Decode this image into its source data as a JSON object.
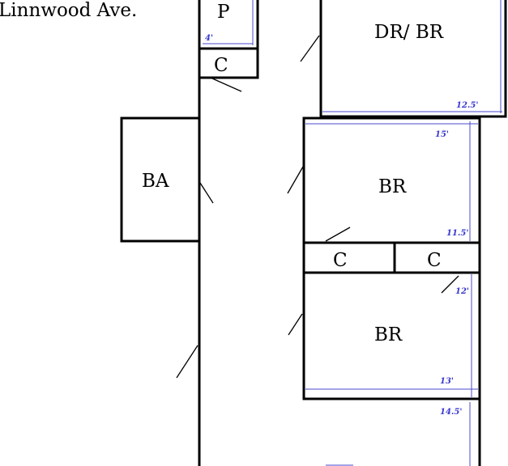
{
  "street_label": "Linnwood Ave.",
  "rooms": {
    "pantry": "P",
    "closet_top": "C",
    "dining_bedroom": "DR/ BR",
    "bath": "BA",
    "bedroom_1": "BR",
    "closet_mid_left": "C",
    "closet_mid_right": "C",
    "bedroom_2": "BR"
  },
  "dimensions": {
    "pantry_width": "4'",
    "dr_br_width": "12.5'",
    "br1_top": "15'",
    "br1_side": "11.5'",
    "br2_top": "12'",
    "br2_width": "13'",
    "bottom_room": "14.5'"
  }
}
